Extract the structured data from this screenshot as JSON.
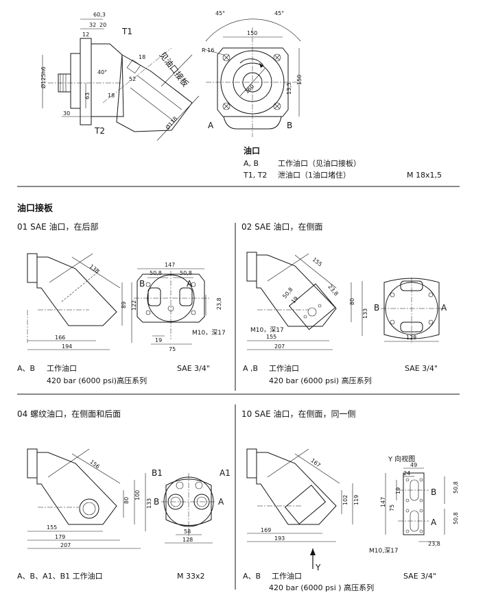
{
  "top_view": {
    "dims": [
      "60,3",
      "32",
      "20",
      "12",
      "18",
      "52",
      "63",
      "30",
      "18",
      "40°",
      "Ø125h6",
      "Ø118",
      "150",
      "150",
      "13,5",
      "160",
      "R 16",
      "45°",
      "45°"
    ],
    "labels": {
      "t1": "T1",
      "t2": "T2",
      "a": "A",
      "b": "B",
      "flange_note": "见油口接板"
    }
  },
  "ports_info": {
    "title": "油口",
    "rows": [
      {
        "key": "A, B",
        "desc": "工作油口（见油口接板）",
        "spec": ""
      },
      {
        "key": "T1, T2",
        "desc": "泄油口（1油口堵住）",
        "spec": "M 18x1,5"
      }
    ]
  },
  "plates_title": "油口接板",
  "panel01": {
    "title": "01  SAE 油口，在后部",
    "dims": [
      "138",
      "122",
      "89",
      "166",
      "194",
      "147",
      "50,8",
      "50,8",
      "23,8",
      "19",
      "75"
    ],
    "labels": {
      "a": "A",
      "b": "B",
      "thread": "M10，深17"
    },
    "legend_key": "A、B",
    "legend_desc": "工作油口",
    "legend_spec": "SAE 3/4\"",
    "legend_pressure": "420 bar  (6000 psi)高压系列"
  },
  "panel02": {
    "title": "02  SAE 油口，在侧面",
    "dims": [
      "155",
      "23,8",
      "50,8",
      "19",
      "80",
      "133",
      "155",
      "207",
      "128"
    ],
    "labels": {
      "a": "A",
      "b": "B",
      "thread": "M10，深17"
    },
    "legend_key": "A ,B",
    "legend_desc": "工作油口",
    "legend_spec": "SAE 3/4\"",
    "legend_pressure": "420 bar    (6000 psi)  高压系列"
  },
  "panel04": {
    "title": "04  螺纹油口，在侧面和后面",
    "dims": [
      "156",
      "80",
      "100",
      "133",
      "155",
      "179",
      "207",
      "58",
      "128"
    ],
    "labels": {
      "a": "A",
      "b": "B",
      "a1": "A1",
      "b1": "B1"
    },
    "legend_key": "A、B、A1、B1  工作油口",
    "legend_spec": "M 33x2"
  },
  "panel10": {
    "title": "10  SAE 油口，在侧面，同一侧",
    "dims": [
      "167",
      "102",
      "119",
      "169",
      "193",
      "49",
      "24",
      "19",
      "75",
      "147",
      "50,8",
      "50,8",
      "23,8"
    ],
    "labels": {
      "a": "A",
      "b": "B",
      "y": "Y",
      "view": "Y 向视图",
      "thread": "M10,深17"
    },
    "legend_key": "A、B",
    "legend_desc": "工作油口",
    "legend_spec": "SAE 3/4\"",
    "legend_pressure": "420 bar    (6000 psi  )  高压系列"
  }
}
